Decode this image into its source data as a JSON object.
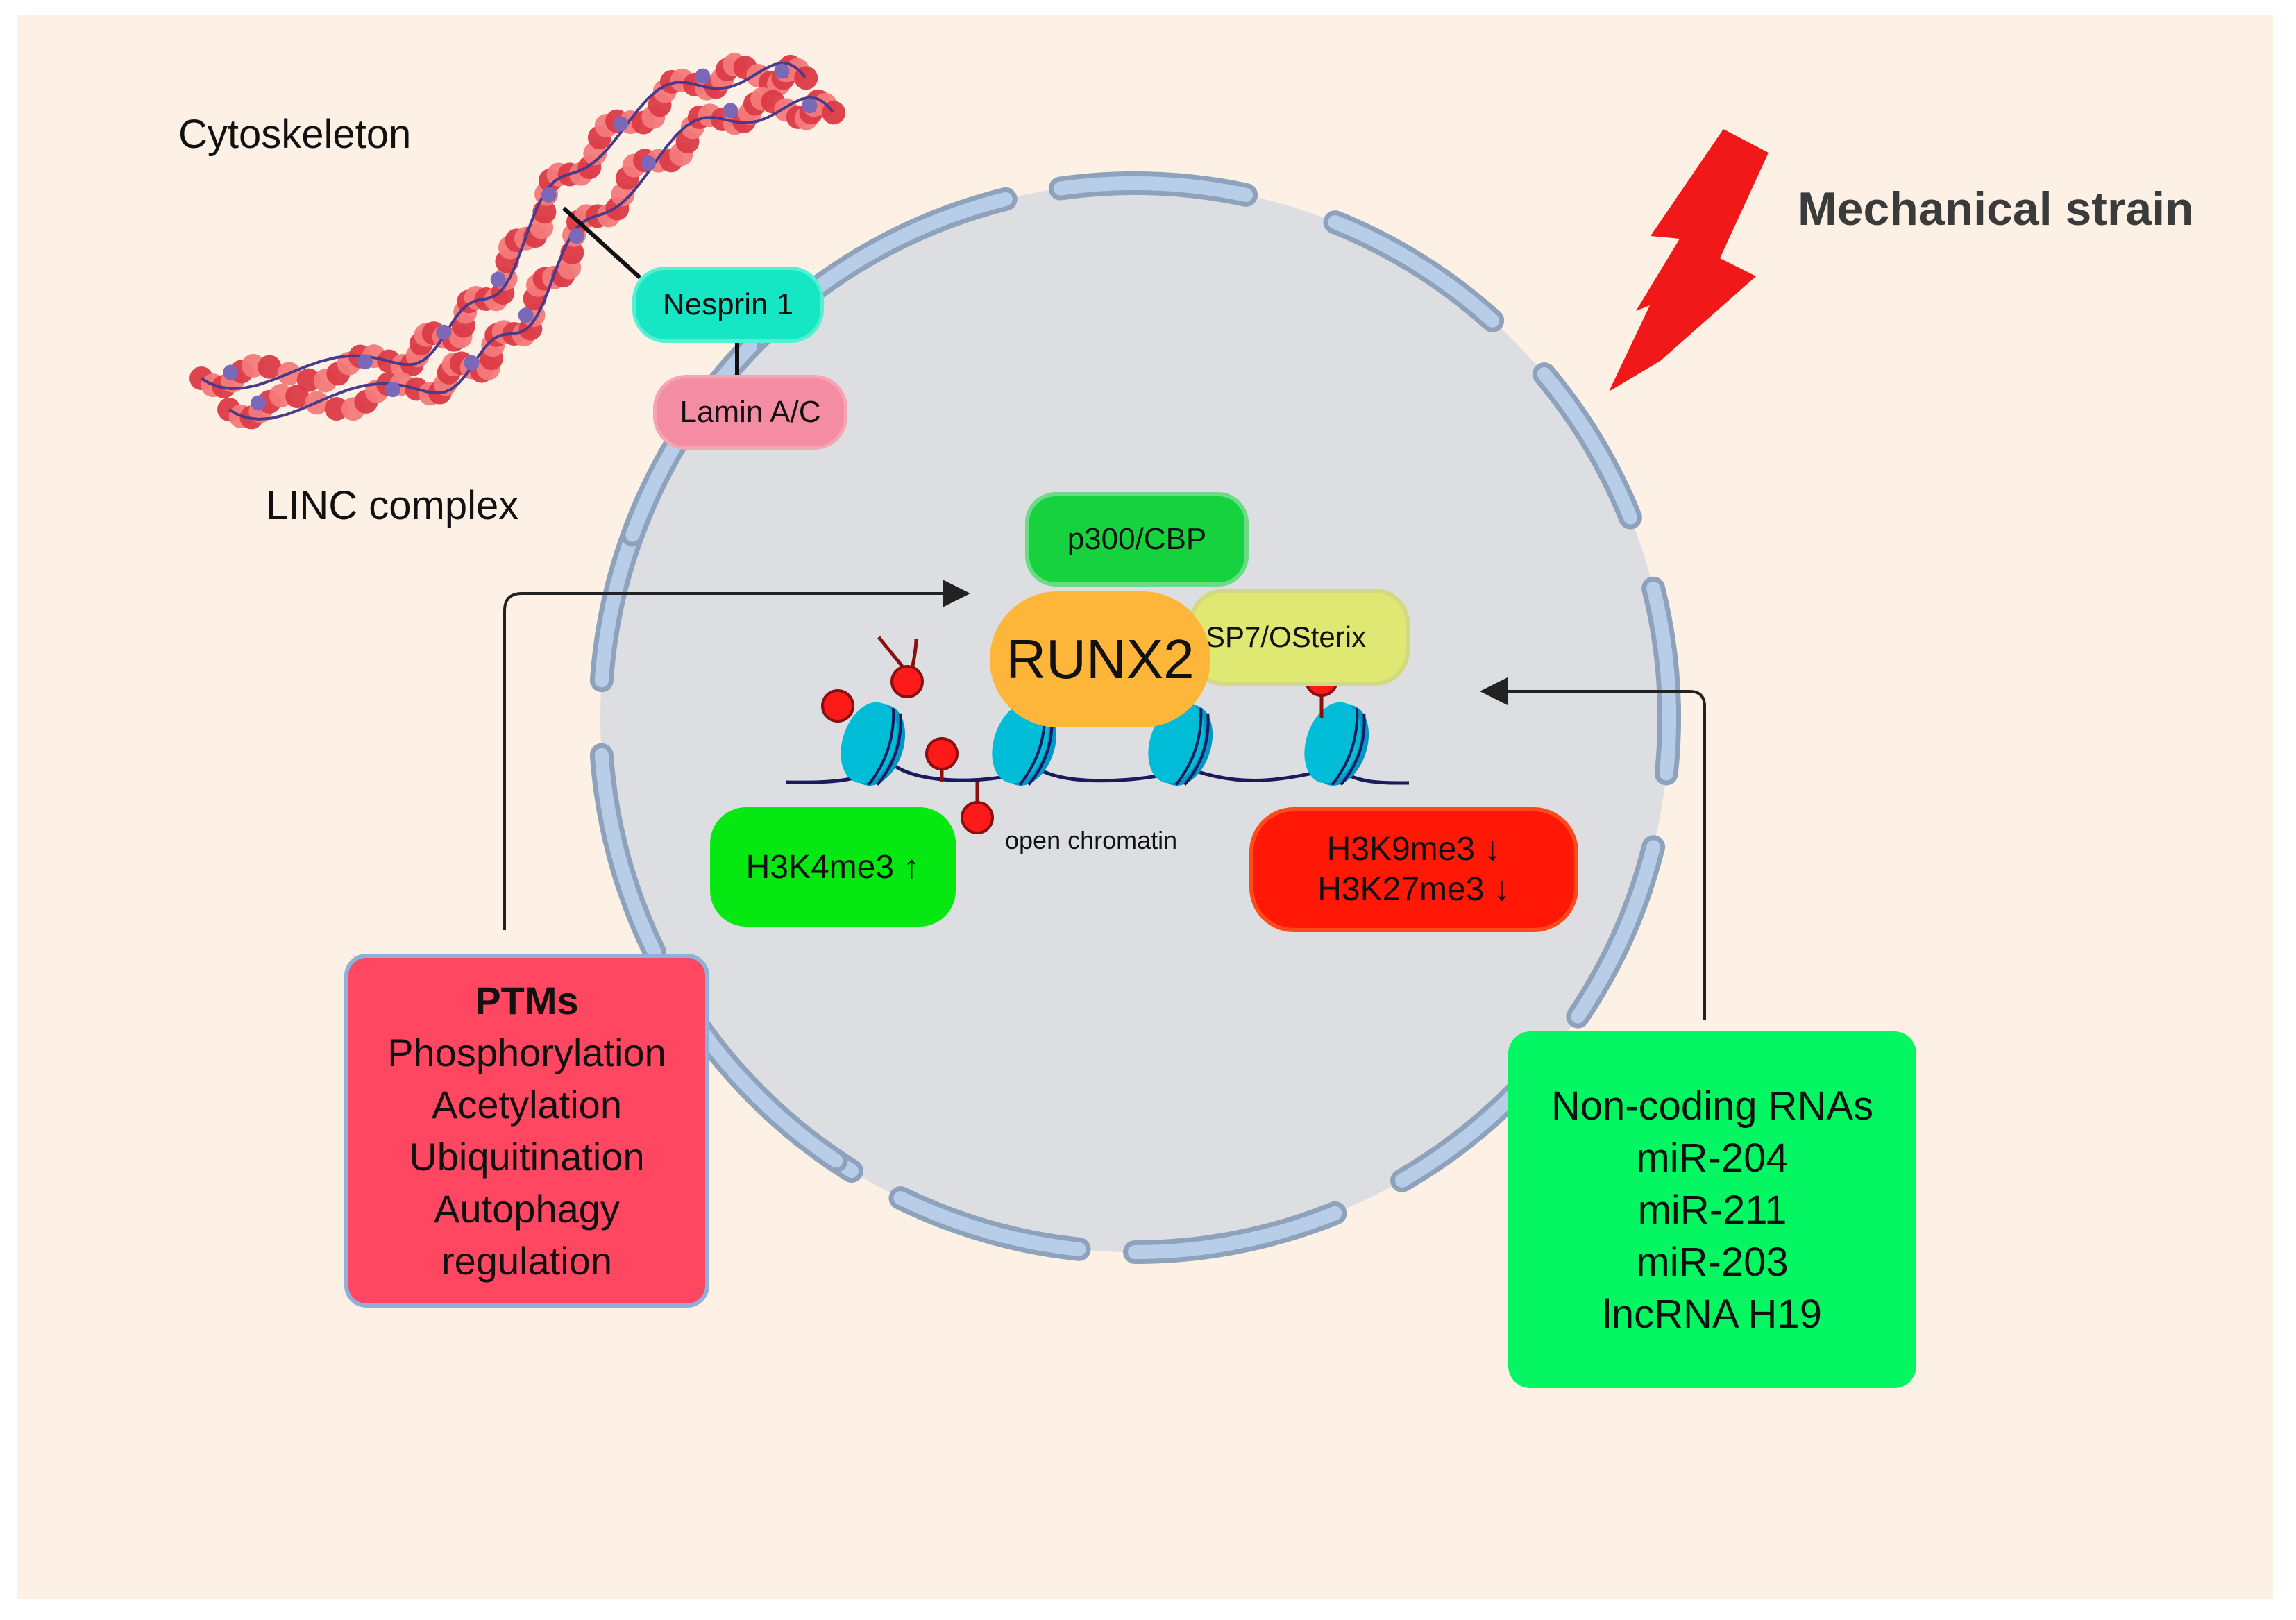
{
  "labels": {
    "cytoskeleton": "Cytoskeleton",
    "linc_complex": "LINC complex",
    "mechanical_strain": "Mechanical strain",
    "open_chromatin": "open chromatin"
  },
  "proteins": {
    "nesprin": "Nesprin 1",
    "lamin": "Lamin A/C",
    "p300": "p300/CBP",
    "runx2": "RUNX2",
    "sp7": "SP7/OSterix"
  },
  "histone_marks": {
    "up": "H3K4me3 ↑",
    "down": [
      "H3K9me3 ↓",
      "H3K27me3 ↓"
    ]
  },
  "ptms": {
    "title": "PTMs",
    "items": [
      "Phosphorylation",
      "Acetylation",
      "Ubiquitination",
      "Autophagy",
      "regulation"
    ]
  },
  "noncoding": {
    "items": [
      "Non-coding RNAs",
      "miR-204",
      "miR-211",
      "miR-203",
      "lncRNA H19"
    ]
  },
  "colors": {
    "background": "#fdf1e6",
    "nucleus": "#dcdee1",
    "membrane_fill": "#b8cde8",
    "membrane_stroke": "#8ea3bb",
    "actin_dark": "#dc3a45",
    "actin_light": "#f37a7a",
    "myosin": "#7b68b8",
    "nucleosome": "#00bcd6",
    "methyl_mark": "#ff1a1a",
    "lightning": "#f01818"
  },
  "icons": {
    "lightning": "lightning-bolt-icon",
    "arrow_left_to_runx2": "arrow-right-icon",
    "arrow_right_to_runx2": "arrow-left-icon"
  }
}
